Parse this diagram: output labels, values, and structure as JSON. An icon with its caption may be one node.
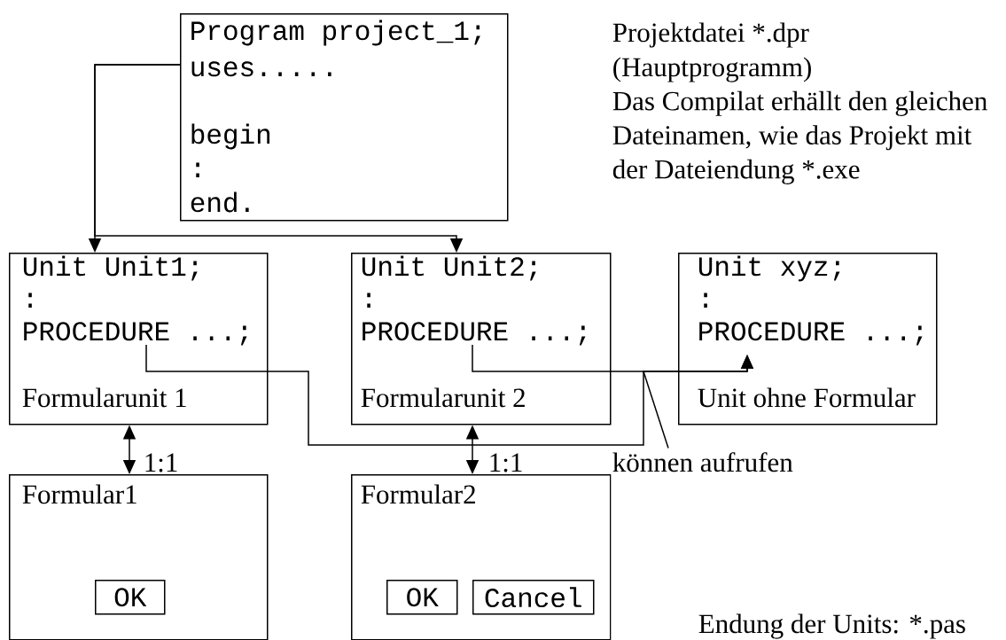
{
  "diagram": {
    "nodes": [
      {
        "text": [
          "Program project_1;",
          "uses.....",
          "begin",
          ":",
          "end."
        ]
      },
      {
        "text": [
          "Unit Unit1;",
          ":",
          "PROCEDURE ...;",
          "Formularunit 1"
        ]
      },
      {
        "text": [
          "Unit Unit2;",
          ":",
          "PROCEDURE ...;",
          "Formularunit 2"
        ]
      },
      {
        "text": [
          "Unit xyz;",
          ":",
          "PROCEDURE ...;",
          "Unit ohne Formular"
        ]
      },
      {
        "text": [
          "Formular1"
        ]
      },
      {
        "text": [
          "OK"
        ],
        "in": 4
      },
      {
        "text": [
          "Formular2"
        ]
      },
      {
        "text": [
          "OK"
        ],
        "in": 6
      },
      {
        "text": [
          "Cancel"
        ],
        "in": 6
      },
      {
        "text": [
          "können aufrufen"
        ]
      }
    ],
    "edges": [
      {
        "from": 0,
        "to": 1,
        "arrow": "to"
      },
      {
        "from": 0,
        "to": 2,
        "arrow": "to"
      },
      {
        "from": 1,
        "to": 3,
        "arrow": "to"
      },
      {
        "from": 2,
        "to": 3,
        "arrow": "to"
      },
      {
        "from": 1,
        "to": 4,
        "arrow": "both",
        "label": "1:1"
      },
      {
        "from": 2,
        "to": 6,
        "arrow": "both",
        "label": "1:1"
      },
      {
        "from": 9,
        "to": null,
        "arrow": "none"
      }
    ],
    "labels": [
      "Projektdatei *.dpr",
      "(Hauptprogramm)",
      "Das Compilat erhällt den gleichen Dateinamen, wie das Projekt mit der Dateiendung *.exe",
      "Endung der Units: *.pas"
    ]
  }
}
